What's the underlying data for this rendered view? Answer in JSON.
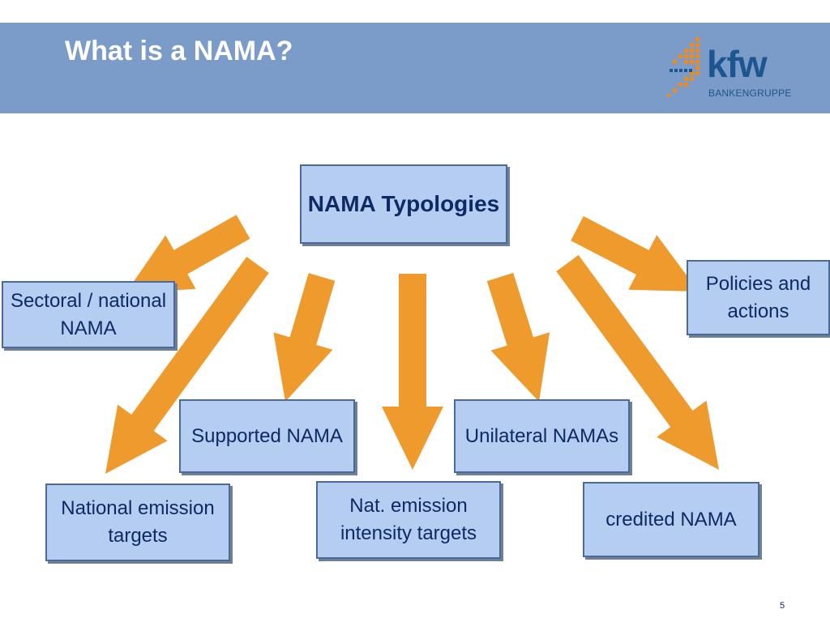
{
  "header": {
    "title": "What is a NAMA?",
    "logo_word": "kfw",
    "logo_sub": "BANKENGRUPPE"
  },
  "colors": {
    "header_bg": "#7b9cc8",
    "box_fill": "#b5cdf0",
    "box_border": "#4a6a99",
    "arrow": "#ee9a2c",
    "text": "#0c2a66",
    "logo_blue": "#1c5590"
  },
  "diagram": {
    "root": "NAMA Typologies",
    "nodes": [
      {
        "id": "sectoral",
        "label": "Sectoral / national NAMA"
      },
      {
        "id": "policies",
        "label": "Policies and actions"
      },
      {
        "id": "supported",
        "label": "Supported NAMA"
      },
      {
        "id": "unilateral",
        "label": "Unilateral NAMAs"
      },
      {
        "id": "national-emission",
        "label": "National emission targets"
      },
      {
        "id": "intensity",
        "label": "Nat. emission intensity targets"
      },
      {
        "id": "credited",
        "label": "credited NAMA"
      }
    ],
    "edges": [
      {
        "from": "root",
        "to": "sectoral"
      },
      {
        "from": "root",
        "to": "national-emission"
      },
      {
        "from": "root",
        "to": "supported"
      },
      {
        "from": "root",
        "to": "intensity"
      },
      {
        "from": "root",
        "to": "unilateral"
      },
      {
        "from": "root",
        "to": "credited"
      },
      {
        "from": "root",
        "to": "policies"
      }
    ]
  },
  "footer": {
    "page_number": "5"
  }
}
